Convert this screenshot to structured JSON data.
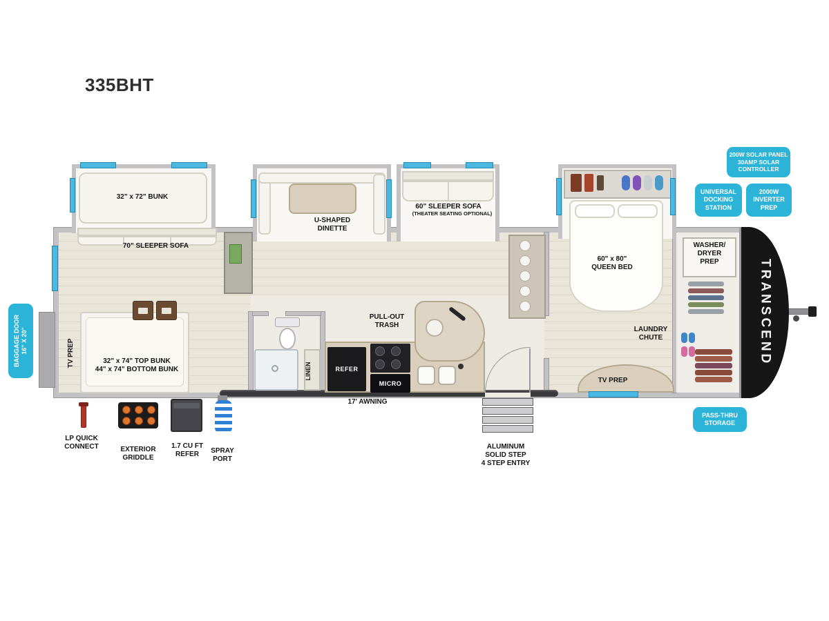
{
  "title": "335BHT",
  "brand": "TRANSCEND",
  "colors": {
    "badge": "#2bb4d7",
    "window": "#4ab9e2",
    "wall": "#c2c2c4",
    "front_cap": "#161616",
    "floor": "#eae5d9"
  },
  "badges": {
    "solar": "200W SOLAR PANEL\n30AMP SOLAR\nCONTROLLER",
    "docking": "UNIVERSAL\nDOCKING\nSTATION",
    "inverter": "2000W\nINVERTER\nPREP",
    "baggage": "BAGGAGE DOOR\n16\" X 20\"",
    "pass_thru": "PASS-THRU\nSTORAGE"
  },
  "labels": {
    "bunk_slide": "32\" x 72\" BUNK",
    "sofa70": "70\" SLEEPER SOFA",
    "dinette": "U-SHAPED\nDINETTE",
    "sofa60": "60\" SLEEPER SOFA",
    "sofa60_sub": "(THEATER SEATING OPTIONAL)",
    "queen_bed": "60\" x 80\"\nQUEEN BED",
    "washer_dryer": "WASHER/\nDRYER\nPREP",
    "tv_prep_rear": "TV PREP",
    "bunks": "32\" x 74\" TOP BUNK\n44\" x 74\" BOTTOM BUNK",
    "linen": "LINEN",
    "refer": "REFER",
    "micro": "MICRO",
    "pull_out_trash": "PULL-OUT\nTRASH",
    "laundry_chute": "LAUNDRY\nCHUTE",
    "tv_prep_bed": "TV PREP",
    "awning": "17' AWNING",
    "lp_quick_connect": "LP QUICK\nCONNECT",
    "exterior_griddle": "EXTERIOR\nGRIDDLE",
    "mini_refer": "1.7 CU FT\nREFER",
    "spray_port": "SPRAY\nPORT",
    "steps": "ALUMINUM\nSOLID STEP\n4 STEP ENTRY"
  }
}
